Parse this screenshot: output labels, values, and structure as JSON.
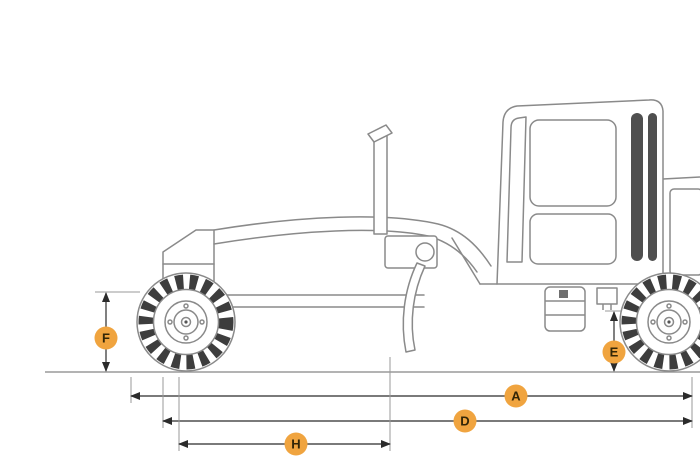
{
  "diagram": {
    "colors": {
      "background": "#ffffff",
      "outline": "#8a8a8a",
      "tire_tread": "#3d3d3d",
      "dark_detail": "#4f4f4f",
      "ground_line": "#9a9a9a",
      "dimension_line": "#2b2b2b",
      "witness_line": "#9a9a9a"
    }
  },
  "badges": {
    "fill": "#f0a43f",
    "text_color": "#332607",
    "items": {
      "A": {
        "label": "A"
      },
      "D": {
        "label": "D"
      },
      "E": {
        "label": "E"
      },
      "F": {
        "label": "F"
      },
      "H": {
        "label": "H"
      }
    }
  }
}
